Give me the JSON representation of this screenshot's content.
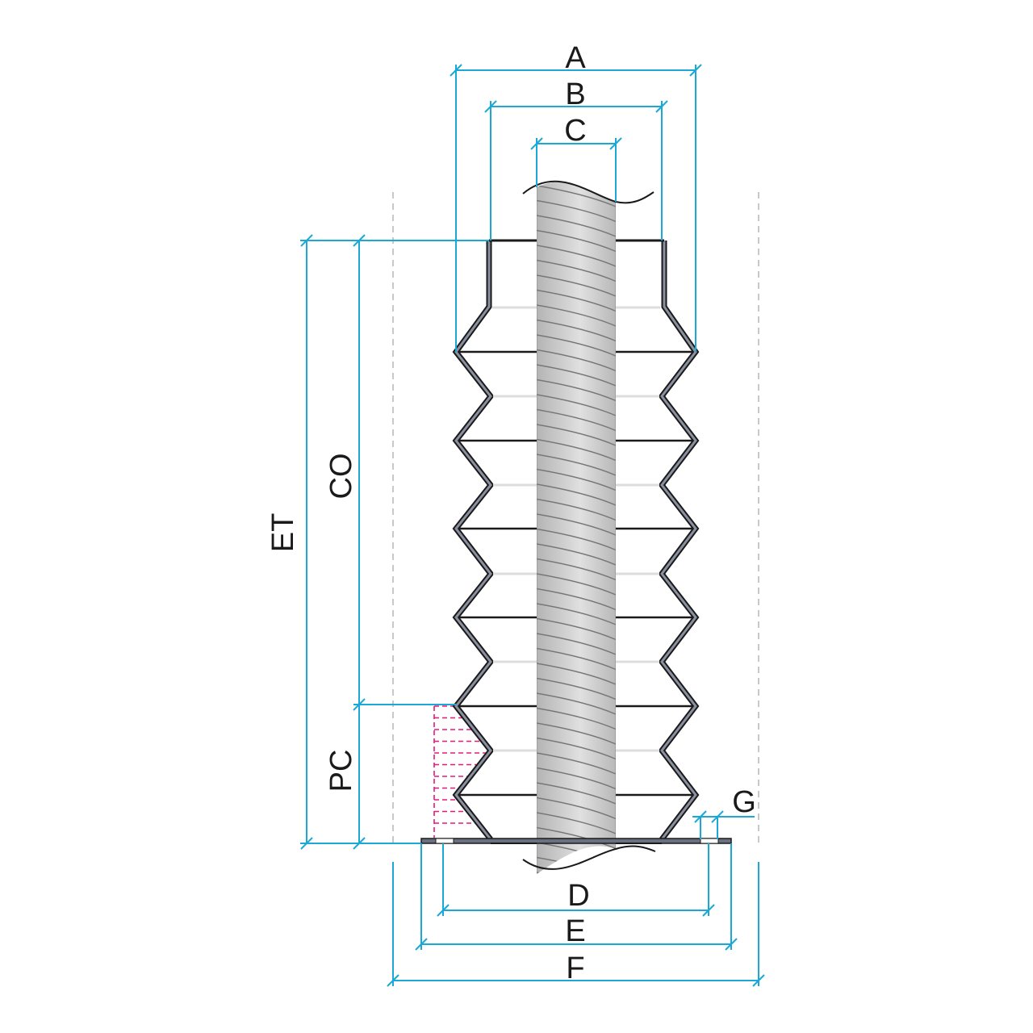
{
  "title": "Bellows boot dimension diagram",
  "labels": {
    "A": "A",
    "B": "B",
    "C": "C",
    "D": "D",
    "E": "E",
    "F": "F",
    "G": "G",
    "ET": "ET",
    "CO": "CO",
    "PC": "PC"
  },
  "colors": {
    "dimension": "#1aa9d6",
    "hatch": "#e6197d",
    "outline": "#1a1a1a",
    "rod": "#c4c4c4"
  }
}
